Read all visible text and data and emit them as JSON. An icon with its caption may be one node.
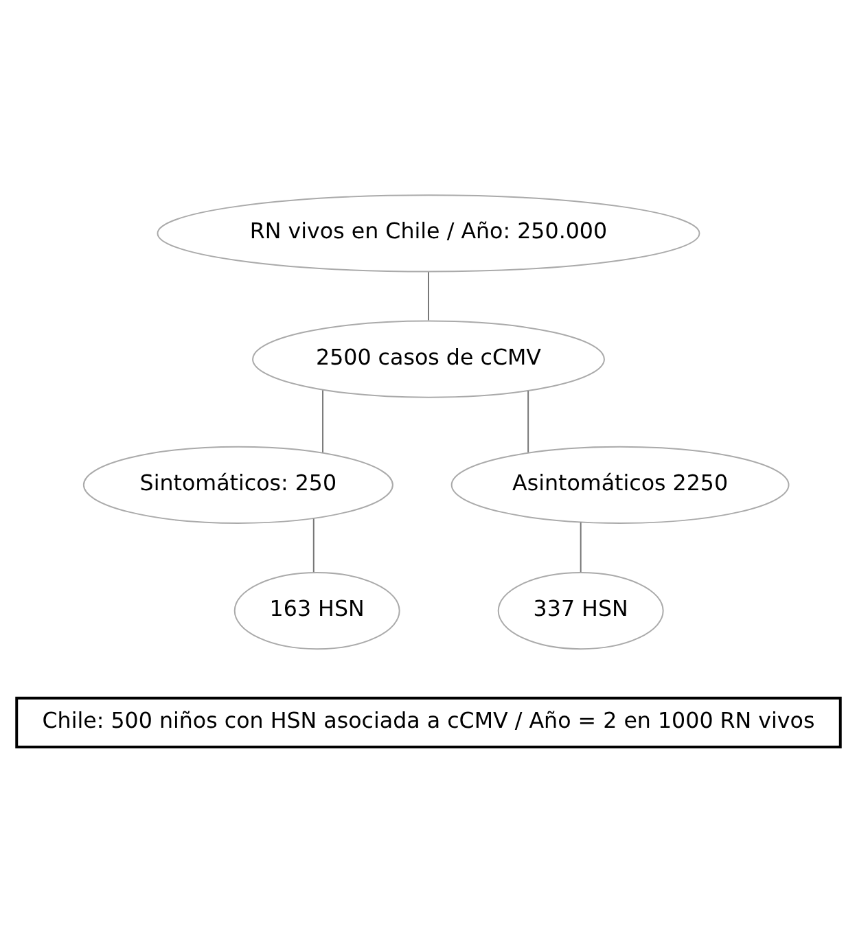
{
  "diagram": {
    "nodes": [
      {
        "text": [
          "RN vivos en Chile / Año: 250.000"
        ]
      },
      {
        "text": [
          "2500 casos de cCMV"
        ]
      },
      {
        "text": [
          "Sintomáticos: 250"
        ]
      },
      {
        "text": [
          "Asintomáticos 2250"
        ]
      },
      {
        "text": [
          "163 HSN"
        ]
      },
      {
        "text": [
          "337 HSN"
        ]
      },
      {
        "text": [
          "Chile: 500 niños con HSN asociada a cCMV / Año = 2 en 1000 RN vivos"
        ]
      }
    ],
    "edges": [
      {
        "from": 0,
        "to": 1,
        "arrow": "none"
      },
      {
        "from": 1,
        "to": 2,
        "arrow": "none"
      },
      {
        "from": 1,
        "to": 3,
        "arrow": "none"
      },
      {
        "from": 2,
        "to": 4,
        "arrow": "none"
      },
      {
        "from": 3,
        "to": 5,
        "arrow": "none"
      }
    ]
  }
}
